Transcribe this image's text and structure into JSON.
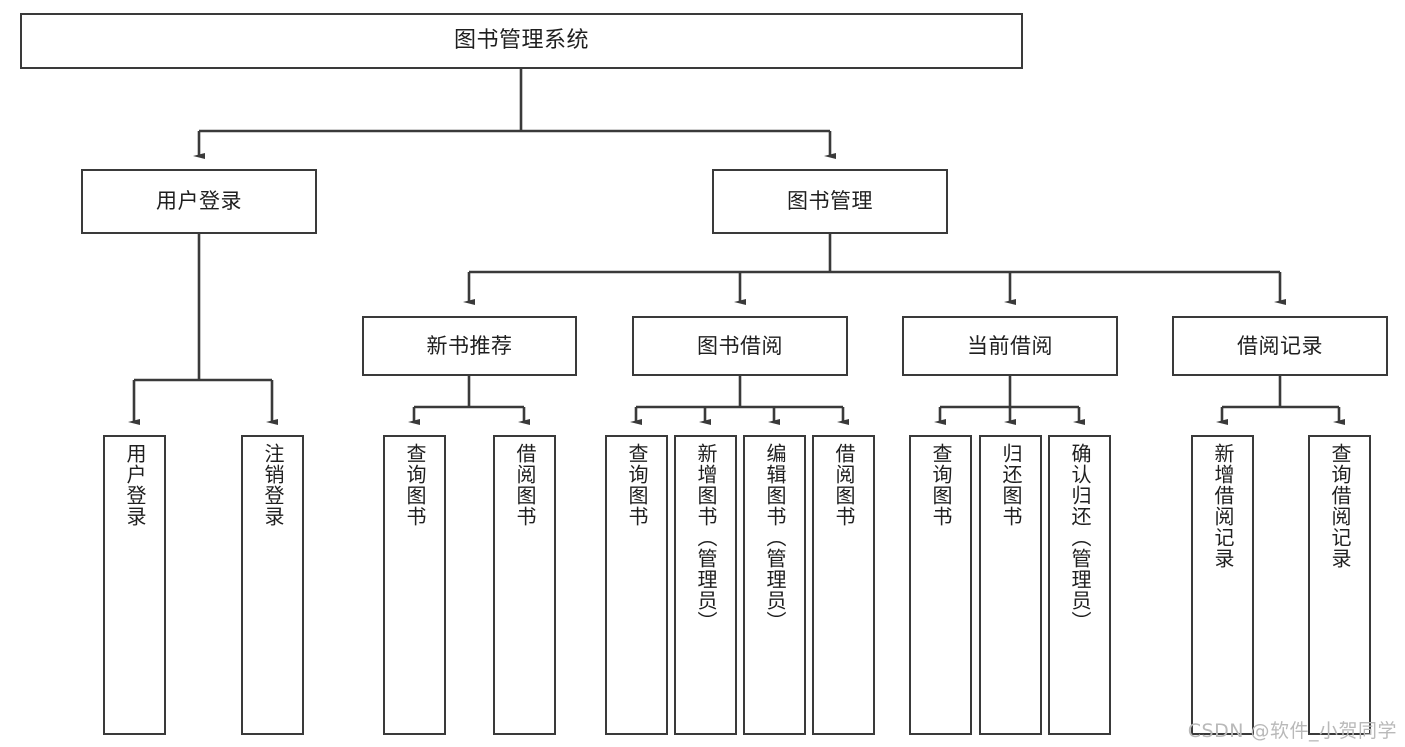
{
  "diagram": {
    "title_node": {
      "label": "图书管理系统"
    },
    "level2": [
      {
        "id": "user-login",
        "label": "用户登录"
      },
      {
        "id": "book-management",
        "label": "图书管理"
      }
    ],
    "level3": [
      {
        "id": "new-book-recommend",
        "label": "新书推荐"
      },
      {
        "id": "book-borrow",
        "label": "图书借阅"
      },
      {
        "id": "current-borrow",
        "label": "当前借阅"
      },
      {
        "id": "borrow-record",
        "label": "借阅记录"
      }
    ],
    "leaves": {
      "user_login": [
        {
          "id": "leaf-user-login",
          "label": "用户登录"
        },
        {
          "id": "leaf-logout-login",
          "label": "注销登录"
        }
      ],
      "new_book_recommend": [
        {
          "id": "leaf-query-book-1",
          "label": "查询图书"
        },
        {
          "id": "leaf-borrow-book-1",
          "label": "借阅图书"
        }
      ],
      "book_borrow": [
        {
          "id": "leaf-query-book-2",
          "label": "查询图书"
        },
        {
          "id": "leaf-add-book",
          "label": "新增图书（管理员）"
        },
        {
          "id": "leaf-edit-book",
          "label": "编辑图书（管理员）"
        },
        {
          "id": "leaf-borrow-book-2",
          "label": "借阅图书"
        }
      ],
      "current_borrow": [
        {
          "id": "leaf-query-book-3",
          "label": "查询图书"
        },
        {
          "id": "leaf-return-book",
          "label": "归还图书"
        },
        {
          "id": "leaf-confirm-return",
          "label": "确认归还（管理员）"
        }
      ],
      "borrow_record": [
        {
          "id": "leaf-add-record",
          "label": "新增借阅记录"
        },
        {
          "id": "leaf-query-record",
          "label": "查询借阅记录"
        }
      ]
    }
  },
  "watermark": {
    "text": "CSDN @软件_小贺同学"
  },
  "colors": {
    "stroke": "#3a3a3a",
    "fill": "#ffffff",
    "text": "#1f1f1f",
    "watermark": "#b9b9b9"
  }
}
